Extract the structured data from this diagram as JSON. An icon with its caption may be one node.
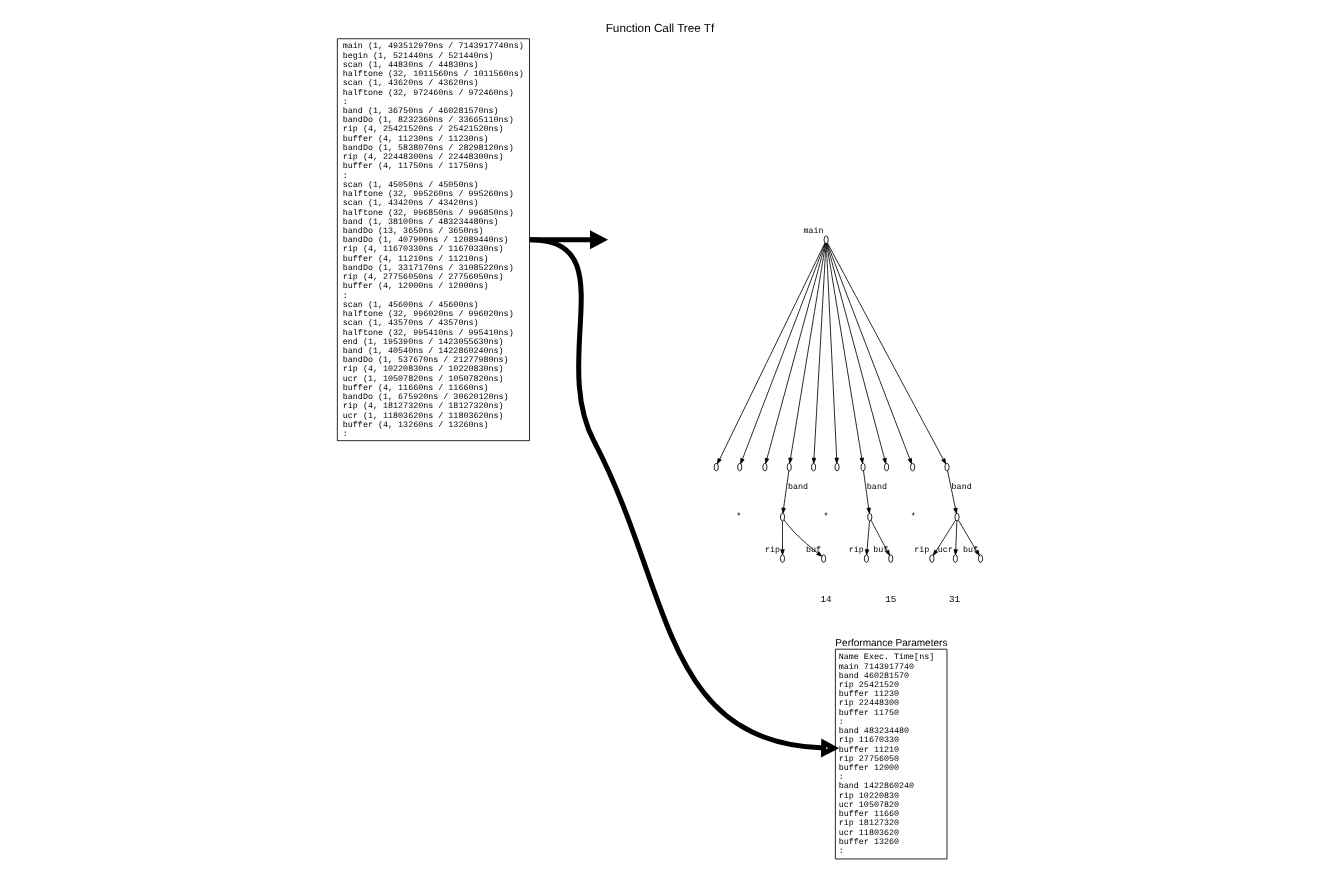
{
  "diagram": {
    "title": "Function Call Tree Tf",
    "nodes": [
      {
        "text": [
          "main (1, 493512970ns / 7143917740ns)",
          "begin (1, 521440ns / 521440ns)",
          "scan (1, 44830ns / 44830ns)",
          "halftone (32, 1011560ns / 1011560ns)",
          "scan (1, 43620ns / 43620ns)",
          "halftone (32, 972460ns / 972460ns)",
          ":",
          "band (1, 36750ns / 460281570ns)",
          "bandDo (1, 8232360ns / 33665110ns)",
          "rip (4, 25421520ns / 25421520ns)",
          "buffer (4, 11230ns / 11230ns)",
          "bandDo (1, 5838070ns / 28298120ns)",
          "rip (4, 22448300ns / 22448300ns)",
          "buffer (4, 11750ns / 11750ns)",
          ":",
          "scan (1, 45050ns / 45050ns)",
          "halftone (32, 995260ns / 995260ns)",
          "scan (1, 43420ns / 43420ns)",
          "halftone (32, 996850ns / 996850ns)",
          "band (1, 38100ns / 483234480ns)",
          "bandDo (13, 3650ns / 3650ns)",
          "bandDo (1, 407900ns / 12089440ns)",
          "rip (4, 11670330ns / 11670330ns)",
          "buffer (4, 11210ns / 11210ns)",
          "bandDo (1, 3317170ns / 31085220ns)",
          "rip (4, 27756050ns / 27756050ns)",
          "buffer (4, 12000ns / 12000ns)",
          ":",
          "scan (1, 45600ns / 45600ns)",
          "halftone (32, 996020ns / 996020ns)",
          "scan (1, 43570ns / 43570ns)",
          "halftone (32, 995410ns / 995410ns)",
          "end (1, 195390ns / 1423055630ns)",
          "band (1, 40540ns / 1422860240ns)",
          "bandDo (1, 537670ns / 21277980ns)",
          "rip (4, 10220830ns / 10220830ns)",
          "ucr (1, 10507820ns / 10507820ns)",
          "buffer (4, 11660ns / 11660ns)",
          "bandDo (1, 675920ns / 30620120ns)",
          "rip (4, 18127320ns / 18127320ns)",
          "ucr (1, 11803620ns / 11803620ns)",
          "buffer (4, 13260ns / 13260ns)",
          ":"
        ]
      },
      {
        "text": [],
        "shape": "circle",
        "beside": [
          "main"
        ]
      },
      {
        "text": [],
        "shape": "circle"
      },
      {
        "text": [],
        "shape": "circle"
      },
      {
        "text": [],
        "shape": "circle"
      },
      {
        "text": [],
        "shape": "circle"
      },
      {
        "text": [],
        "shape": "circle"
      },
      {
        "text": [],
        "shape": "circle"
      },
      {
        "text": [],
        "shape": "circle"
      },
      {
        "text": [],
        "shape": "circle"
      },
      {
        "text": [],
        "shape": "circle"
      },
      {
        "text": [],
        "shape": "circle"
      },
      {
        "text": [],
        "shape": "circle"
      },
      {
        "text": [],
        "shape": "circle"
      },
      {
        "text": [],
        "shape": "circle"
      },
      {
        "text": [],
        "shape": "circle",
        "beside": [
          "rip"
        ]
      },
      {
        "text": [],
        "shape": "circle",
        "beside": [
          "buf"
        ]
      },
      {
        "text": [],
        "shape": "circle",
        "beside": [
          "rip"
        ]
      },
      {
        "text": [],
        "shape": "circle",
        "beside": [
          "buf"
        ]
      },
      {
        "text": [],
        "shape": "circle",
        "beside": [
          "rip"
        ]
      },
      {
        "text": [],
        "shape": "circle",
        "beside": [
          "ucr"
        ]
      },
      {
        "text": [],
        "shape": "circle",
        "beside": [
          "buf"
        ]
      },
      {
        "text": [
          "Performance Parameters",
          "Name Exec. Time[ns]",
          "main 7143917740",
          "band 460281570",
          "rip 25421520",
          "buffer 11230",
          "rip 22448300",
          "buffer 11750",
          ":",
          "band 483234480",
          "rip 11670330",
          "buffer 11210",
          "rip 27756050",
          "buffer 12000",
          ":",
          "band 1422860240",
          "rip 10220830",
          "ucr 10507820",
          "buffer 11660",
          "rip 18127320",
          "ucr 11803620",
          "buffer 13260",
          ":"
        ]
      }
    ],
    "edges": [
      {
        "from": 1,
        "to": 2,
        "arrow": "to"
      },
      {
        "from": 1,
        "to": 3,
        "arrow": "to"
      },
      {
        "from": 1,
        "to": 4,
        "arrow": "to"
      },
      {
        "from": 1,
        "to": 5,
        "arrow": "to"
      },
      {
        "from": 1,
        "to": 6,
        "arrow": "to"
      },
      {
        "from": 1,
        "to": 7,
        "arrow": "to"
      },
      {
        "from": 1,
        "to": 8,
        "arrow": "to"
      },
      {
        "from": 1,
        "to": 9,
        "arrow": "to"
      },
      {
        "from": 1,
        "to": 10,
        "arrow": "to"
      },
      {
        "from": 1,
        "to": 11,
        "arrow": "to"
      },
      {
        "from": 5,
        "to": 12,
        "arrow": "to",
        "label": "band"
      },
      {
        "from": 8,
        "to": 13,
        "arrow": "to",
        "label": "band"
      },
      {
        "from": 11,
        "to": 14,
        "arrow": "to",
        "label": "band"
      },
      {
        "from": 12,
        "to": 15,
        "arrow": "to"
      },
      {
        "from": 12,
        "to": 16,
        "arrow": "to"
      },
      {
        "from": 13,
        "to": 17,
        "arrow": "to"
      },
      {
        "from": 13,
        "to": 18,
        "arrow": "to"
      },
      {
        "from": 14,
        "to": 19,
        "arrow": "to"
      },
      {
        "from": 14,
        "to": 20,
        "arrow": "to"
      },
      {
        "from": 14,
        "to": 21,
        "arrow": "to"
      },
      {
        "from": 0,
        "to": null,
        "arrow": "to",
        "style": "thick"
      },
      {
        "from": 0,
        "to": 22,
        "arrow": "to",
        "style": "thick"
      }
    ],
    "labels": [
      "*",
      "*",
      "*",
      "14",
      "15",
      "31"
    ]
  }
}
